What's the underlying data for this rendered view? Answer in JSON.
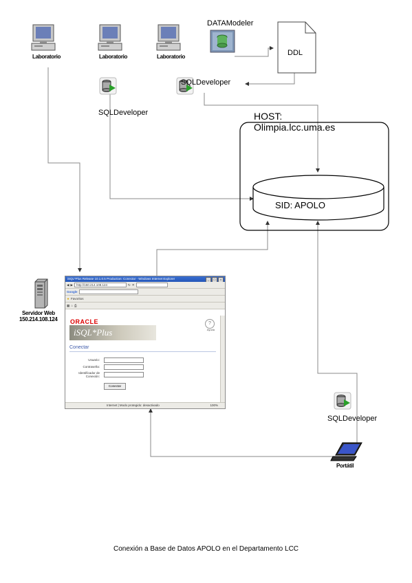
{
  "labs": [
    {
      "label": "Laboratorio"
    },
    {
      "label": "Laboratorio"
    },
    {
      "label": "Laboratorio"
    }
  ],
  "datamodeler": {
    "label": "DATAModeler"
  },
  "ddl": {
    "label": "DDL"
  },
  "sqldeveloper": {
    "top_label": "SQLDeveloper",
    "lab_label": "SQLDeveloper",
    "laptop_label": "SQLDeveloper"
  },
  "host": {
    "line1": "HOST:",
    "line2": "Olimpia.lcc.uma.es"
  },
  "database": {
    "label": "SID: APOLO"
  },
  "web_server": {
    "name": "Servidor Web",
    "ip": "150.214.108.124"
  },
  "laptop": {
    "label": "Portátil"
  },
  "browser": {
    "title": "iSQL*Plus Release 10.1.0.5 Production: Conectar - Windows Internet Explorer",
    "address": "http://150.214.108.124",
    "search_engine": "Google",
    "favorites": "Favoritos",
    "oracle_logo": "ORACLE",
    "product": "iSQL*Plus",
    "help": "Ayuda",
    "heading": "Conectar",
    "fields": [
      {
        "label": "Usuario:"
      },
      {
        "label": "Contraseña:"
      },
      {
        "label": "Identificador de Conexión:"
      }
    ],
    "button": "Conectar",
    "status": "Internet | Modo protegido: desactivado",
    "zoom": "100%"
  },
  "caption": "Conexión a Base de Datos APOLO en el Departamento LCC"
}
